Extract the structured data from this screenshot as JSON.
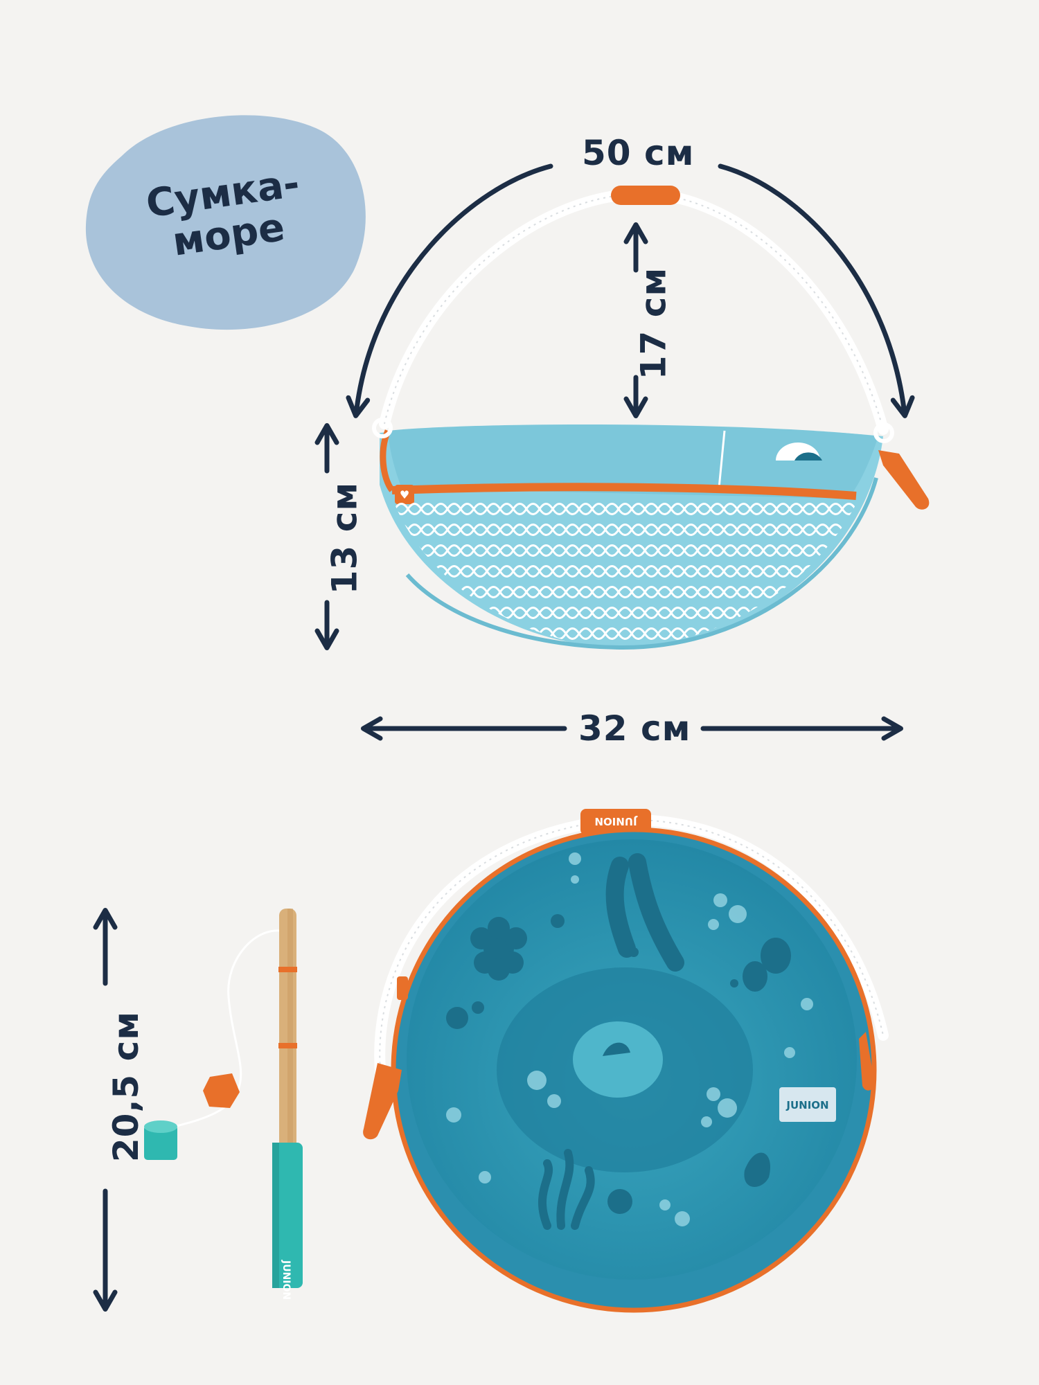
{
  "title": {
    "line1": "Сумка-",
    "line2": "море"
  },
  "dimensions": {
    "strap_length": "50 см",
    "strap_height": "17 см",
    "bag_height": "13 см",
    "bag_width": "32 см",
    "rod_length": "20,5 см"
  },
  "brand_labels": {
    "tag_top": "JUNION",
    "label_bag": "JUNION",
    "rod_handle": "JUNION"
  },
  "colors": {
    "background": "#f4f3f1",
    "blob": "#a9c3da",
    "text_dark": "#1c2d45",
    "bag_light_blue": "#7fcde0",
    "bag_teal": "#2f9ab5",
    "bag_dark_teal": "#1c6f8a",
    "zipper_orange": "#e8702a",
    "rod_wood": "#d9b07a",
    "rod_handle_teal": "#2fb8b0"
  }
}
